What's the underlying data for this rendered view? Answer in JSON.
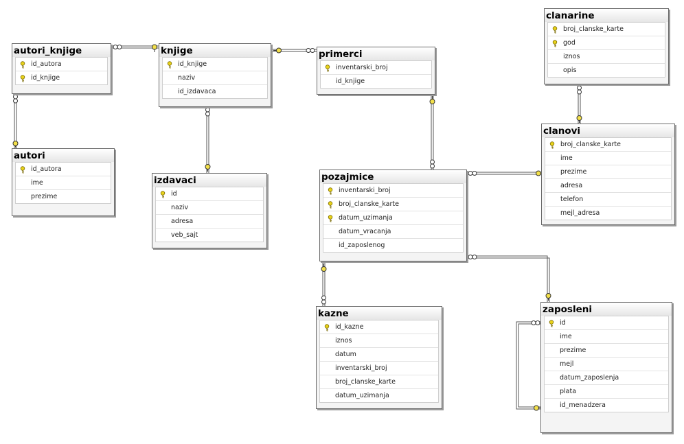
{
  "diagram": {
    "tables": {
      "autori_knjige": {
        "title": "autori_knjige",
        "columns": [
          {
            "name": "id_autora",
            "pk": true
          },
          {
            "name": "id_knjige",
            "pk": true
          }
        ]
      },
      "knjige": {
        "title": "knjige",
        "columns": [
          {
            "name": "id_knjige",
            "pk": true
          },
          {
            "name": "naziv",
            "pk": false
          },
          {
            "name": "id_izdavaca",
            "pk": false
          }
        ]
      },
      "primerci": {
        "title": "primerci",
        "columns": [
          {
            "name": "inventarski_broj",
            "pk": true
          },
          {
            "name": "id_knjige",
            "pk": false
          }
        ]
      },
      "clanarine": {
        "title": "clanarine",
        "columns": [
          {
            "name": "broj_clanske_karte",
            "pk": true
          },
          {
            "name": "god",
            "pk": true
          },
          {
            "name": "iznos",
            "pk": false
          },
          {
            "name": "opis",
            "pk": false
          }
        ]
      },
      "autori": {
        "title": "autori",
        "columns": [
          {
            "name": "id_autora",
            "pk": true
          },
          {
            "name": "ime",
            "pk": false
          },
          {
            "name": "prezime",
            "pk": false
          }
        ]
      },
      "izdavaci": {
        "title": "izdavaci",
        "columns": [
          {
            "name": "id",
            "pk": true
          },
          {
            "name": "naziv",
            "pk": false
          },
          {
            "name": "adresa",
            "pk": false
          },
          {
            "name": "veb_sajt",
            "pk": false
          }
        ]
      },
      "clanovi": {
        "title": "clanovi",
        "columns": [
          {
            "name": "broj_clanske_karte",
            "pk": true
          },
          {
            "name": "ime",
            "pk": false
          },
          {
            "name": "prezime",
            "pk": false
          },
          {
            "name": "adresa",
            "pk": false
          },
          {
            "name": "telefon",
            "pk": false
          },
          {
            "name": "mejl_adresa",
            "pk": false
          }
        ]
      },
      "pozajmice": {
        "title": "pozajmice",
        "columns": [
          {
            "name": "inventarski_broj",
            "pk": true
          },
          {
            "name": "broj_clanske_karte",
            "pk": true
          },
          {
            "name": "datum_uzimanja",
            "pk": true
          },
          {
            "name": "datum_vracanja",
            "pk": false
          },
          {
            "name": "id_zaposlenog",
            "pk": false
          }
        ]
      },
      "kazne": {
        "title": "kazne",
        "columns": [
          {
            "name": "id_kazne",
            "pk": true
          },
          {
            "name": "iznos",
            "pk": false
          },
          {
            "name": "datum",
            "pk": false
          },
          {
            "name": "inventarski_broj",
            "pk": false
          },
          {
            "name": "broj_clanske_karte",
            "pk": false
          },
          {
            "name": "datum_uzimanja",
            "pk": false
          }
        ]
      },
      "zaposleni": {
        "title": "zaposleni",
        "columns": [
          {
            "name": "id",
            "pk": true
          },
          {
            "name": "ime",
            "pk": false
          },
          {
            "name": "prezime",
            "pk": false
          },
          {
            "name": "mejl",
            "pk": false
          },
          {
            "name": "datum_zaposlenja",
            "pk": false
          },
          {
            "name": "plata",
            "pk": false
          },
          {
            "name": "id_menadzera",
            "pk": false
          }
        ]
      }
    },
    "relationships": [
      {
        "many": "autori_knjige",
        "one": "knjige"
      },
      {
        "many": "autori_knjige",
        "one": "autori"
      },
      {
        "many": "knjige",
        "one": "izdavaci"
      },
      {
        "many": "primerci",
        "one": "knjige"
      },
      {
        "many": "clanarine",
        "one": "clanovi"
      },
      {
        "many": "pozajmice",
        "one": "primerci"
      },
      {
        "many": "pozajmice",
        "one": "clanovi"
      },
      {
        "many": "pozajmice",
        "one": "zaposleni"
      },
      {
        "many": "kazne",
        "one": "pozajmice"
      },
      {
        "many": "zaposleni",
        "one": "zaposleni"
      }
    ],
    "colors": {
      "key": "#e8d21a",
      "line": "#555555",
      "header_bg": "#f0f0f0"
    }
  }
}
